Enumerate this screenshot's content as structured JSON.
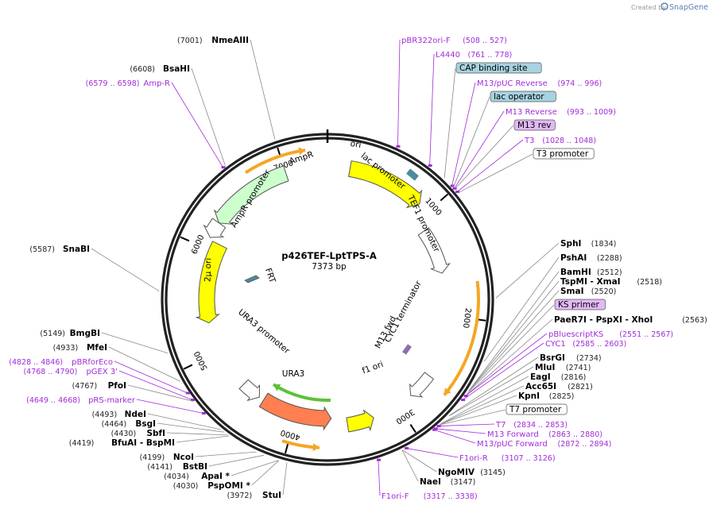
{
  "app": {
    "created_by": "Created by",
    "brand": "SnapGene"
  },
  "plasmid": {
    "name": "p426TEF-LptTPS-A",
    "length": "7373 bp"
  },
  "ring_ticks": [
    "1000",
    "2000",
    "3000",
    "4000",
    "5000",
    "6000",
    "7000"
  ],
  "arrow_labels": {
    "ori": "ori",
    "ampr": "AmpR",
    "ampr_promoter": "AmpR promoter",
    "two_mu_ori": "2μ ori",
    "frt": "FRT",
    "lac_promoter": "lac promoter",
    "tef1_promoter": "TEF1 promoter",
    "cyc1_terminator": "CYC1 terminator",
    "m13_fwd": "M13 fwd",
    "f1_ori": "f1 ori",
    "ura3": "URA3",
    "ura3_promoter": "URA3 promoter"
  },
  "right_labels": [
    {
      "name": "pBR322ori-F",
      "pos": "(508 .. 527)",
      "kind": "feature"
    },
    {
      "name": "L4440",
      "pos": "(761 .. 778)",
      "kind": "feature"
    },
    {
      "name": "CAP binding site",
      "pos": "",
      "kind": "box-blue"
    },
    {
      "name": "M13/pUC Reverse",
      "pos": "(974 .. 996)",
      "kind": "feature"
    },
    {
      "name": "lac operator",
      "pos": "",
      "kind": "box-blue"
    },
    {
      "name": "M13 Reverse",
      "pos": "(993 .. 1009)",
      "kind": "feature"
    },
    {
      "name": "M13 rev",
      "pos": "",
      "kind": "box-purple"
    },
    {
      "name": "T3",
      "pos": "(1028 .. 1048)",
      "kind": "feature"
    },
    {
      "name": "T3 promoter",
      "pos": "",
      "kind": "box-white"
    },
    {
      "name": "SphI",
      "pos": "(1834)",
      "kind": "enzyme"
    },
    {
      "name": "PshAI",
      "pos": "(2288)",
      "kind": "enzyme"
    },
    {
      "name": "BamHI",
      "pos": "(2512)",
      "kind": "enzyme"
    },
    {
      "name": "TspMI - XmaI",
      "pos": "(2518)",
      "kind": "enzyme"
    },
    {
      "name": "SmaI",
      "pos": "(2520)",
      "kind": "enzyme"
    },
    {
      "name": "KS primer",
      "pos": "",
      "kind": "box-purple"
    },
    {
      "name": "PaeR7I - PspXI - XhoI",
      "pos": "(2563)",
      "kind": "enzyme"
    },
    {
      "name": "pBluescriptKS",
      "pos": "(2551 .. 2567)",
      "kind": "feature"
    },
    {
      "name": "CYC1",
      "pos": "(2585 .. 2603)",
      "kind": "feature"
    },
    {
      "name": "BsrGI",
      "pos": "(2734)",
      "kind": "enzyme"
    },
    {
      "name": "MluI",
      "pos": "(2741)",
      "kind": "enzyme"
    },
    {
      "name": "EagI",
      "pos": "(2816)",
      "kind": "enzyme"
    },
    {
      "name": "Acc65I",
      "pos": "(2821)",
      "kind": "enzyme"
    },
    {
      "name": "KpnI",
      "pos": "(2825)",
      "kind": "enzyme"
    },
    {
      "name": "T7 promoter",
      "pos": "",
      "kind": "box-white"
    },
    {
      "name": "T7",
      "pos": "(2834 .. 2853)",
      "kind": "feature"
    },
    {
      "name": "M13 Forward",
      "pos": "(2863 .. 2880)",
      "kind": "feature"
    },
    {
      "name": "M13/pUC Forward",
      "pos": "(2872 .. 2894)",
      "kind": "feature"
    },
    {
      "name": "F1ori-R",
      "pos": "(3107 .. 3126)",
      "kind": "feature"
    },
    {
      "name": "NgoMIV",
      "pos": "(3145)",
      "kind": "enzyme"
    },
    {
      "name": "NaeI",
      "pos": "(3147)",
      "kind": "enzyme"
    },
    {
      "name": "F1ori-F",
      "pos": "(3317 .. 3338)",
      "kind": "feature"
    }
  ],
  "left_labels": [
    {
      "name": "NmeAIII",
      "pos": "(7001)",
      "kind": "enzyme"
    },
    {
      "name": "BsaHI",
      "pos": "(6608)",
      "kind": "enzyme"
    },
    {
      "name": "Amp-R",
      "pos": "(6579 .. 6598)",
      "kind": "feature"
    },
    {
      "name": "SnaBI",
      "pos": "(5587)",
      "kind": "enzyme"
    },
    {
      "name": "BmgBI",
      "pos": "(5149)",
      "kind": "enzyme"
    },
    {
      "name": "MfeI",
      "pos": "(4933)",
      "kind": "enzyme"
    },
    {
      "name": "pBRforEco",
      "pos": "(4828 .. 4846)",
      "kind": "feature"
    },
    {
      "name": "pGEX 3'",
      "pos": "(4768 .. 4790)",
      "kind": "feature"
    },
    {
      "name": "PfoI",
      "pos": "(4767)",
      "kind": "enzyme"
    },
    {
      "name": "pRS-marker",
      "pos": "(4649 .. 4668)",
      "kind": "feature"
    },
    {
      "name": "NdeI",
      "pos": "(4493)",
      "kind": "enzyme"
    },
    {
      "name": "BsgI",
      "pos": "(4464)",
      "kind": "enzyme"
    },
    {
      "name": "SbfI",
      "pos": "(4430)",
      "kind": "enzyme"
    },
    {
      "name": "BfuAI - BspMI",
      "pos": "(4419)",
      "kind": "enzyme"
    },
    {
      "name": "NcoI",
      "pos": "(4199)",
      "kind": "enzyme"
    },
    {
      "name": "BstBI",
      "pos": "(4141)",
      "kind": "enzyme"
    },
    {
      "name": "ApaI *",
      "pos": "(4034)",
      "kind": "enzyme"
    },
    {
      "name": "PspOMI *",
      "pos": "(4030)",
      "kind": "enzyme"
    },
    {
      "name": "StuI",
      "pos": "(3972)",
      "kind": "enzyme"
    }
  ],
  "colors": {
    "feature_text": "#a02cd8",
    "ori_yellow": "#ffff00",
    "ampr_green": "#ccffcc",
    "ura3_orange": "#ff7f50",
    "orf_orange": "#f5a623",
    "orf_green": "#5bc236",
    "blue_box": "#a7d3e0",
    "purple_box": "#e3b8f5",
    "frt_teal": "#4c8a9e",
    "brand_blue": "#5b7fb6"
  }
}
